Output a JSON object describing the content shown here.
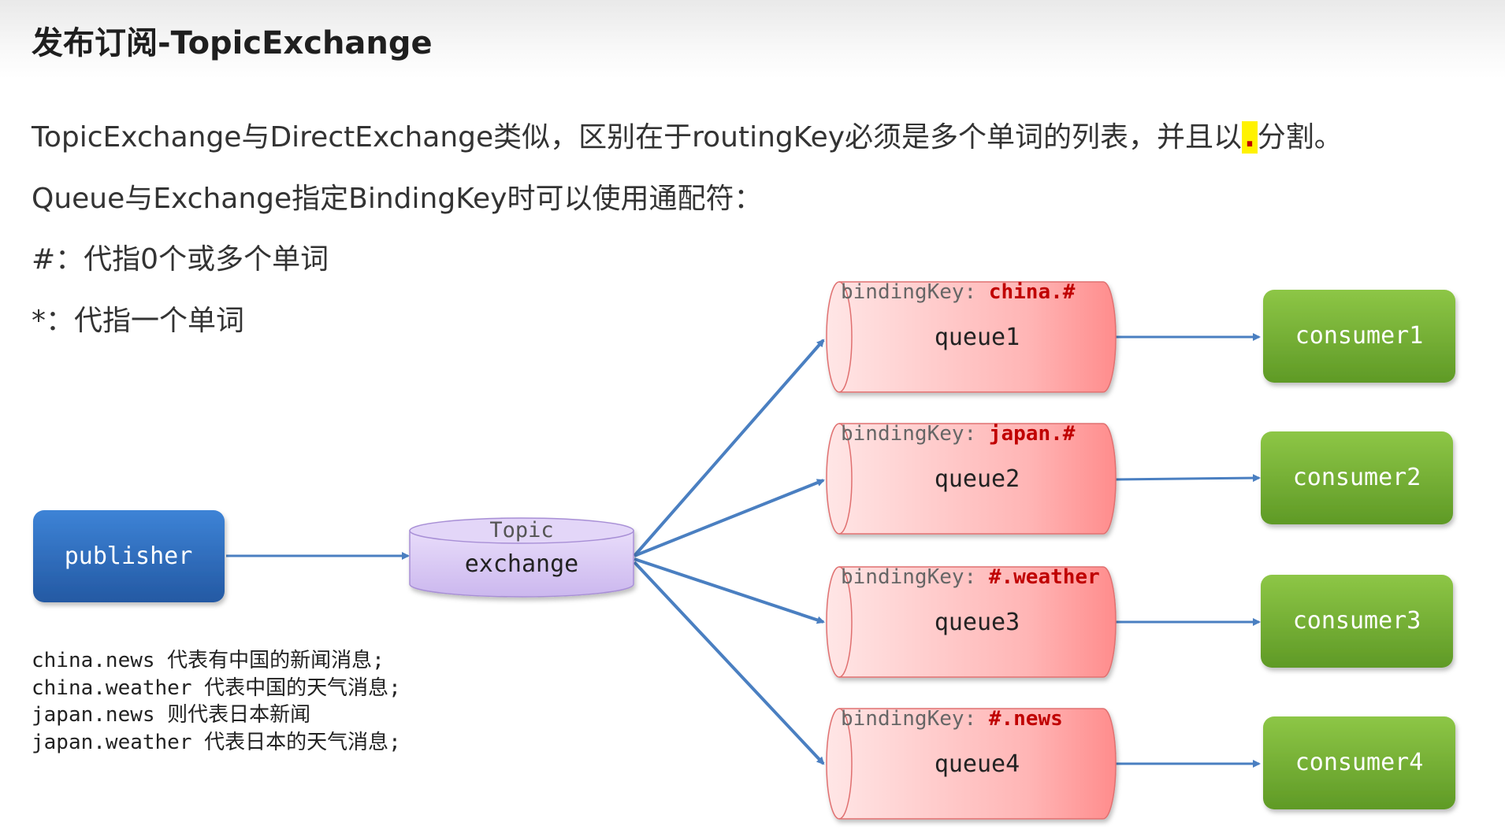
{
  "title": "发布订阅-TopicExchange",
  "intro": {
    "line1_pre": "TopicExchange与DirectExchange类似，区别在于routingKey必须是多个单词的列表，并且以",
    "line1_highlight": ".",
    "line1_post": "分割。",
    "line2": "Queue与Exchange指定BindingKey时可以使用通配符：",
    "line3": "#：代指0个或多个单词",
    "line4": "*：代指一个单词"
  },
  "diagram": {
    "publisher": "publisher",
    "exchange_top": "Topic",
    "exchange_label": "exchange",
    "binding_prefix": "bindingKey: ",
    "queues": [
      {
        "name": "queue1",
        "key": "china.#",
        "consumer": "consumer1"
      },
      {
        "name": "queue2",
        "key": "japan.#",
        "consumer": "consumer2"
      },
      {
        "name": "queue3",
        "key": "#.weather",
        "consumer": "consumer3"
      },
      {
        "name": "queue4",
        "key": "#.news",
        "consumer": "consumer4"
      }
    ]
  },
  "examples": [
    "china.news 代表有中国的新闻消息;",
    "china.weather 代表中国的天气消息;",
    "japan.news 则代表日本新闻",
    "japan.weather 代表日本的天气消息;"
  ],
  "colors": {
    "publisher": "#2f6fc0",
    "exchange": "#d8c8f0",
    "queue": "#ff9a9a",
    "consumer": "#7cb437",
    "arrow": "#4a7fc1",
    "key": "#c00000"
  }
}
